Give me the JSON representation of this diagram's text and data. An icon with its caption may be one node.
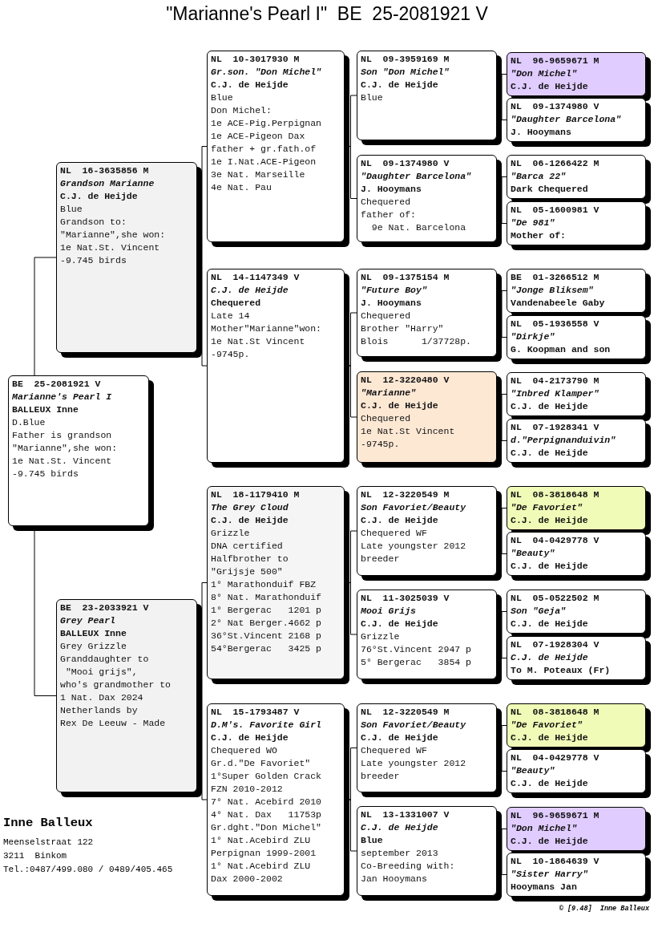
{
  "diagram": {
    "title": "\"Marianne's Pearl I\"  BE  25-2081921 V",
    "nodes": [
      {
        "text": [
          "BE  25-2081921 V",
          "Marianne's Pearl I",
          "BALLEUX Inne",
          "D.Blue",
          "Father is grandson",
          "\"Marianne\",she won:",
          "1e Nat.St. Vincent",
          "-9.745 birds"
        ]
      },
      {
        "text": [
          "NL  16-3635856 M",
          "Grandson Marianne",
          "C.J. de Heijde",
          "Blue",
          "Grandson to:",
          "\"Marianne\",she won:",
          "1e Nat.St. Vincent",
          "-9.745 birds"
        ]
      },
      {
        "text": [
          "BE  23-2033921 V",
          "Grey Pearl",
          "BALLEUX Inne",
          "Grey Grizzle",
          "Granddaughter to",
          " \"Mooi grijs\",",
          "who's grandmother to",
          "1 Nat. Dax 2024",
          "Netherlands by",
          "Rex De Leeuw - Made"
        ]
      },
      {
        "text": [
          "NL  10-3017930 M",
          "Gr.son. \"Don Michel\"",
          "C.J. de Heijde",
          "Blue",
          "Don Michel:",
          "1e ACE-Pig.Perpignan",
          "1e ACE-Pigeon Dax",
          "father + gr.fath.of",
          "1e I.Nat.ACE-Pigeon",
          "3e Nat. Marseille",
          "4e Nat. Pau"
        ]
      },
      {
        "text": [
          "NL  14-1147349 V",
          "C.J. de Heijde",
          "Chequered",
          "Late 14",
          "Mother\"Marianne\"won:",
          "1e Nat.St Vincent",
          "-9745p."
        ]
      },
      {
        "text": [
          "NL  18-1179410 M",
          "The Grey Cloud",
          "C.J. de Heijde",
          "Grizzle",
          "DNA certified",
          "Halfbrother to",
          "\"Grijsje 500\"",
          "1° Marathonduif FBZ",
          "8° Nat. Marathonduif",
          "1° Bergerac   1201 p",
          "2° Nat Berger.4662 p",
          "36°St.Vincent 2168 p",
          "54°Bergerac   3425 p"
        ]
      },
      {
        "text": [
          "NL  15-1793487 V",
          "D.M's. Favorite Girl",
          "C.J. de Heijde",
          "Chequered WO",
          "Gr.d.\"De Favoriet\"",
          "1°Super Golden Crack",
          "FZN 2010-2012",
          "7° Nat. Acebird 2010",
          "4° Nat. Dax   11753p",
          "Gr.dght.\"Don Michel\"",
          "1° Nat.Acebird ZLU",
          "Perpignan 1999-2001",
          "1° Nat.Acebird ZLU",
          "Dax 2000-2002"
        ]
      },
      {
        "text": [
          "NL  09-3959169 M",
          "Son \"Don Michel\"",
          "C.J. de Heijde",
          "Blue"
        ]
      },
      {
        "text": [
          "NL  09-1374980 V",
          "\"Daughter Barcelona\"",
          "J. Hooymans",
          "Chequered",
          "father of:",
          "  9e Nat. Barcelona"
        ]
      },
      {
        "text": [
          "NL  09-1375154 M",
          "\"Future Boy\"",
          "J. Hooymans",
          "Chequered",
          "Brother \"Harry\"",
          "Blois      1/37728p."
        ]
      },
      {
        "text": [
          "NL  12-3220480 V",
          "\"Marianne\"",
          "C.J. de Heijde",
          "Chequered",
          "1e Nat.St Vincent",
          "-9745p."
        ]
      },
      {
        "text": [
          "NL  12-3220549 M",
          "Son Favoriet/Beauty",
          "C.J. de Heijde",
          "Chequered WF",
          "Late youngster 2012",
          "breeder"
        ]
      },
      {
        "text": [
          "NL  11-3025039 V",
          "Mooi Grijs",
          "C.J. de Heijde",
          "Grizzle",
          "76°St.Vincent 2947 p",
          "5° Bergerac   3854 p"
        ]
      },
      {
        "text": [
          "NL  12-3220549 M",
          "Son Favoriet/Beauty",
          "C.J. de Heijde",
          "Chequered WF",
          "Late youngster 2012",
          "breeder"
        ]
      },
      {
        "text": [
          "NL  13-1331007 V",
          "C.J. de Heijde",
          "Blue",
          "september 2013",
          "Co-Breeding with:",
          "Jan Hooymans"
        ]
      },
      {
        "text": [
          "NL  96-9659671 M",
          "\"Don Michel\"",
          "C.J. de Heijde"
        ]
      },
      {
        "text": [
          "NL  09-1374980 V",
          "\"Daughter Barcelona\"",
          "J. Hooymans"
        ]
      },
      {
        "text": [
          "NL  06-1266422 M",
          "\"Barca 22\"",
          "Dark Chequered"
        ]
      },
      {
        "text": [
          "NL  05-1600981 V",
          "\"De 981\"",
          "Mother of:"
        ]
      },
      {
        "text": [
          "BE  01-3266512 M",
          "\"Jonge Bliksem\"",
          "Vandenabeele Gaby"
        ]
      },
      {
        "text": [
          "NL  05-1936558 V",
          "\"Dirkje\"",
          "G. Koopman and son"
        ]
      },
      {
        "text": [
          "NL  04-2173790 M",
          "\"Inbred Klamper\"",
          "C.J. de Heijde"
        ]
      },
      {
        "text": [
          "NL  07-1928341 V",
          "d.\"Perpignanduivin\"",
          "C.J. de Heijde"
        ]
      },
      {
        "text": [
          "NL  08-3818648 M",
          "\"De Favoriet\"",
          "C.J. de Heijde"
        ]
      },
      {
        "text": [
          "NL  04-0429778 V",
          "\"Beauty\"",
          "C.J. de Heijde"
        ]
      },
      {
        "text": [
          "NL  05-0522502 M",
          "Son \"Geja\"",
          "C.J. de Heijde"
        ]
      },
      {
        "text": [
          "NL  07-1928304 V",
          "C.J. de Heijde",
          "To M. Poteaux (Fr)"
        ]
      },
      {
        "text": [
          "NL  08-3818648 M",
          "\"De Favoriet\"",
          "C.J. de Heijde"
        ]
      },
      {
        "text": [
          "NL  04-0429778 V",
          "\"Beauty\"",
          "C.J. de Heijde"
        ]
      },
      {
        "text": [
          "NL  96-9659671 M",
          "\"Don Michel\"",
          "C.J. de Heijde"
        ]
      },
      {
        "text": [
          "NL  10-1864639 V",
          "\"Sister Harry\"",
          "Hooymans Jan"
        ]
      }
    ],
    "edges": [
      {
        "from": 0,
        "to": 1,
        "arrow": "none"
      },
      {
        "from": 0,
        "to": 2,
        "arrow": "none"
      },
      {
        "from": 1,
        "to": 3,
        "arrow": "none"
      },
      {
        "from": 1,
        "to": 4,
        "arrow": "none"
      },
      {
        "from": 2,
        "to": 5,
        "arrow": "none"
      },
      {
        "from": 2,
        "to": 6,
        "arrow": "none"
      },
      {
        "from": 3,
        "to": 7,
        "arrow": "none"
      },
      {
        "from": 3,
        "to": 8,
        "arrow": "none"
      },
      {
        "from": 4,
        "to": 9,
        "arrow": "none"
      },
      {
        "from": 4,
        "to": 10,
        "arrow": "none"
      },
      {
        "from": 5,
        "to": 11,
        "arrow": "none"
      },
      {
        "from": 5,
        "to": 12,
        "arrow": "none"
      },
      {
        "from": 6,
        "to": 13,
        "arrow": "none"
      },
      {
        "from": 6,
        "to": 14,
        "arrow": "none"
      },
      {
        "from": 7,
        "to": 15,
        "arrow": "none"
      },
      {
        "from": 7,
        "to": 16,
        "arrow": "none"
      },
      {
        "from": 8,
        "to": 17,
        "arrow": "none"
      },
      {
        "from": 8,
        "to": 18,
        "arrow": "none"
      },
      {
        "from": 9,
        "to": 19,
        "arrow": "none"
      },
      {
        "from": 9,
        "to": 20,
        "arrow": "none"
      },
      {
        "from": 10,
        "to": 21,
        "arrow": "none"
      },
      {
        "from": 10,
        "to": 22,
        "arrow": "none"
      },
      {
        "from": 11,
        "to": 23,
        "arrow": "none"
      },
      {
        "from": 11,
        "to": 24,
        "arrow": "none"
      },
      {
        "from": 12,
        "to": 25,
        "arrow": "none"
      },
      {
        "from": 12,
        "to": 26,
        "arrow": "none"
      },
      {
        "from": 13,
        "to": 27,
        "arrow": "none"
      },
      {
        "from": 13,
        "to": 28,
        "arrow": "none"
      },
      {
        "from": 14,
        "to": 29,
        "arrow": "none"
      },
      {
        "from": 14,
        "to": 30,
        "arrow": "none"
      }
    ],
    "labels": [
      "Inne Balleux",
      "Meenselstraat 122",
      "3211  Binkom",
      "Tel.:0487/499.080 / 0489/405.465",
      "© [9.48]  Inne Balleux"
    ]
  }
}
